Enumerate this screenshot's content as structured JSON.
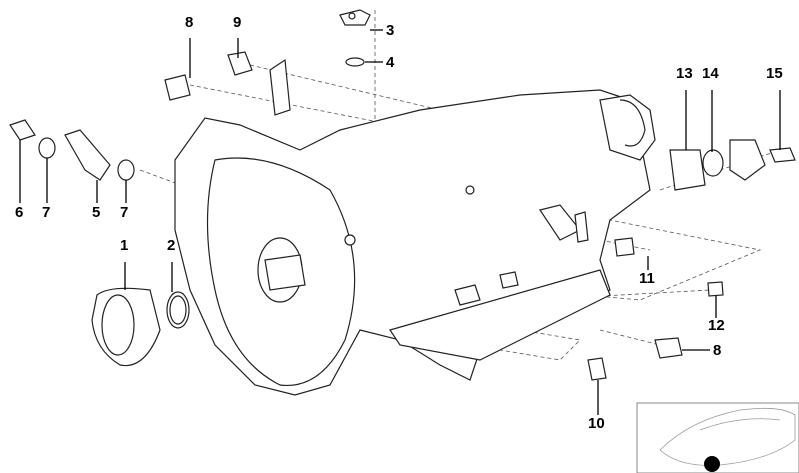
{
  "diagram": {
    "callouts": [
      {
        "id": "c8a",
        "text": "8"
      },
      {
        "id": "c9",
        "text": "9"
      },
      {
        "id": "c3",
        "text": "3"
      },
      {
        "id": "c4",
        "text": "4"
      },
      {
        "id": "c13",
        "text": "13"
      },
      {
        "id": "c14",
        "text": "14"
      },
      {
        "id": "c15",
        "text": "15"
      },
      {
        "id": "c6",
        "text": "6"
      },
      {
        "id": "c7a",
        "text": "7"
      },
      {
        "id": "c5",
        "text": "5"
      },
      {
        "id": "c7b",
        "text": "7"
      },
      {
        "id": "c1",
        "text": "1"
      },
      {
        "id": "c2",
        "text": "2"
      },
      {
        "id": "c11",
        "text": "11"
      },
      {
        "id": "c12",
        "text": "12"
      },
      {
        "id": "c8b",
        "text": "8"
      },
      {
        "id": "c10",
        "text": "10"
      }
    ]
  }
}
